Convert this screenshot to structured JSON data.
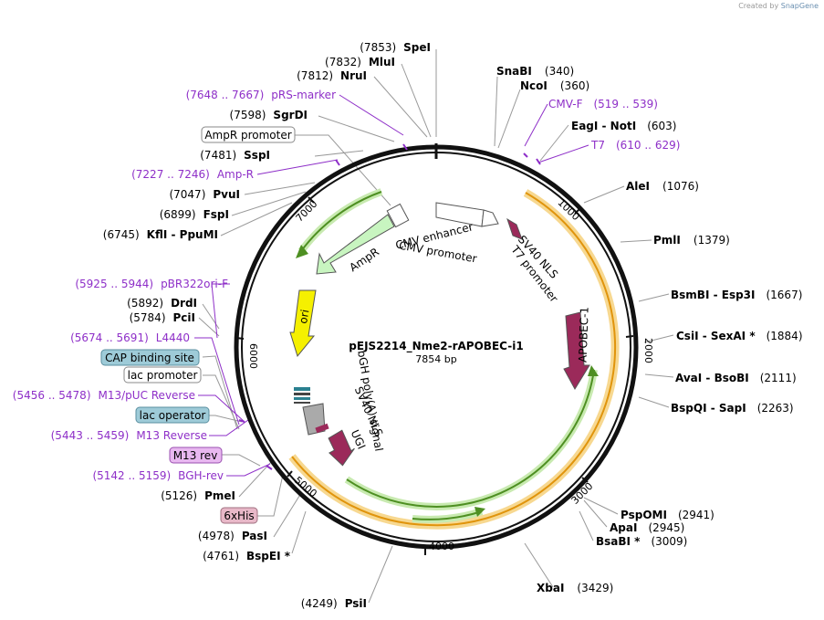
{
  "credit": {
    "prefix": "Created by",
    "brand": "SnapGene"
  },
  "plasmid": {
    "name": "pEJS2214_Nme2-rAPOBEC-i1",
    "length_label": "7854 bp"
  },
  "ticks": [
    "1000",
    "2000",
    "3000",
    "4000",
    "5000",
    "6000",
    "7000"
  ],
  "sites": [
    {
      "id": "spei",
      "pos": "(7853)",
      "name": "SpeI",
      "side": "left"
    },
    {
      "id": "mlui",
      "pos": "(7832)",
      "name": "MluI",
      "side": "left"
    },
    {
      "id": "nrui",
      "pos": "(7812)",
      "name": "NruI",
      "side": "left"
    },
    {
      "id": "sgrdi",
      "pos": "(7598)",
      "name": "SgrDI",
      "side": "left"
    },
    {
      "id": "sspi",
      "pos": "(7481)",
      "name": "SspI",
      "side": "left"
    },
    {
      "id": "pvui",
      "pos": "(7047)",
      "name": "PvuI",
      "side": "left"
    },
    {
      "id": "fspi",
      "pos": "(6899)",
      "name": "FspI",
      "side": "left"
    },
    {
      "id": "kfli",
      "pos": "(6745)",
      "name": "KflI  -  PpuMI",
      "side": "left"
    },
    {
      "id": "drdi",
      "pos": "(5892)",
      "name": "DrdI",
      "side": "left"
    },
    {
      "id": "pcii",
      "pos": "(5784)",
      "name": "PciI",
      "side": "left"
    },
    {
      "id": "pmei",
      "pos": "(5126)",
      "name": "PmeI",
      "side": "left"
    },
    {
      "id": "pasi",
      "pos": "(4978)",
      "name": "PasI",
      "side": "left"
    },
    {
      "id": "bspei",
      "pos": "(4761)",
      "name": "BspEI *",
      "side": "left"
    },
    {
      "id": "psii",
      "pos": "(4249)",
      "name": "PsiI",
      "side": "left"
    },
    {
      "id": "snabi",
      "pos": "(340)",
      "name": "SnaBI",
      "side": "right"
    },
    {
      "id": "ncoi",
      "pos": "(360)",
      "name": "NcoI",
      "side": "right"
    },
    {
      "id": "eagi",
      "pos": "(603)",
      "name": "EagI  -  NotI",
      "side": "right"
    },
    {
      "id": "alei",
      "pos": "(1076)",
      "name": "AleI",
      "side": "right"
    },
    {
      "id": "pmli",
      "pos": "(1379)",
      "name": "PmlI",
      "side": "right"
    },
    {
      "id": "bsmbi",
      "pos": "(1667)",
      "name": "BsmBI  -  Esp3I",
      "side": "right"
    },
    {
      "id": "csii",
      "pos": "(1884)",
      "name": "CsiI  -  SexAI *",
      "side": "right"
    },
    {
      "id": "avai",
      "pos": "(2111)",
      "name": "AvaI  -  BsoBI",
      "side": "right"
    },
    {
      "id": "bspqi",
      "pos": "(2263)",
      "name": "BspQI  -  SapI",
      "side": "right"
    },
    {
      "id": "psppomi",
      "pos": "(2941)",
      "name": "PspOMI",
      "side": "right"
    },
    {
      "id": "apai",
      "pos": "(2945)",
      "name": "ApaI",
      "side": "right"
    },
    {
      "id": "bsabi",
      "pos": "(3009)",
      "name": "BsaBI *",
      "side": "right"
    },
    {
      "id": "xbai",
      "pos": "(3429)",
      "name": "XbaI",
      "side": "right"
    }
  ],
  "primers": [
    {
      "id": "pRS",
      "range": "(7648 .. 7667)",
      "name": "pRS-marker"
    },
    {
      "id": "ampR",
      "range": "(7227 .. 7246)",
      "name": "Amp-R"
    },
    {
      "id": "pbr",
      "range": "(5925 .. 5944)",
      "name": "pBR322ori-F"
    },
    {
      "id": "l4440",
      "range": "(5674 .. 5691)",
      "name": "L4440"
    },
    {
      "id": "m13puc",
      "range": "(5456 .. 5478)",
      "name": "M13/pUC Reverse"
    },
    {
      "id": "m13rev",
      "range": "(5443 .. 5459)",
      "name": "M13 Reverse"
    },
    {
      "id": "bgh",
      "range": "(5142 .. 5159)",
      "name": "BGH-rev"
    },
    {
      "id": "cmvf",
      "range": "(519 .. 539)",
      "name": "CMV-F"
    },
    {
      "id": "t7",
      "range": "(610 .. 629)",
      "name": "T7"
    }
  ],
  "boxed": [
    {
      "id": "ampr_prom",
      "label": "AmpR promoter",
      "fill": "#ffffff",
      "stroke": "#888888"
    },
    {
      "id": "cap",
      "label": "CAP binding site",
      "fill": "#9ecbd8",
      "stroke": "#5a8fa0"
    },
    {
      "id": "lacprom",
      "label": "lac promoter",
      "fill": "#ffffff",
      "stroke": "#888888"
    },
    {
      "id": "lacop",
      "label": "lac operator",
      "fill": "#9ecbd8",
      "stroke": "#5a8fa0"
    },
    {
      "id": "m13revbox",
      "label": "M13 rev",
      "fill": "#e8b8f0",
      "stroke": "#9a50b0"
    },
    {
      "id": "his",
      "label": "6xHis",
      "fill": "#e8b8c8",
      "stroke": "#a07080"
    }
  ],
  "features": {
    "ampr": "AmpR",
    "ori": "ori",
    "cmv_enh": "CMV enhancer",
    "cmv_prom": "CMV promoter",
    "sv40_top": "SV40 NLS",
    "t7_prom": "T7 promoter",
    "apobec": "APOBEC-1",
    "bgh": "bGH poly(A) signal",
    "sv40_bot": "SV40 NLS",
    "ugi": "UGI"
  },
  "colors": {
    "ampr": "#c8f5c0",
    "orange_arc": "#f0b040",
    "green_arc": "#5aa02a",
    "ori": "#f5f000",
    "apobec": "#9b2a5a",
    "primer": "#8e2fc8"
  }
}
